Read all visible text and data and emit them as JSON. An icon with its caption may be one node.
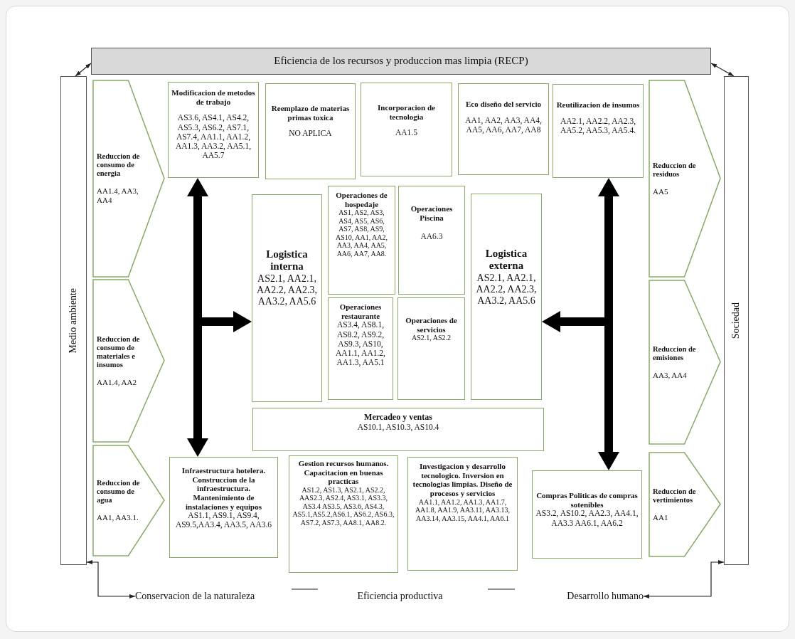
{
  "diagram": {
    "nodes": [
      {
        "text": [
          "Eficiencia de los recursos y produccion mas limpia (RECP)"
        ]
      },
      {
        "text": [
          "Medio ambiente"
        ]
      },
      {
        "text": [
          "Reduccion de consumo de energia",
          "AA1.4, AA3, AA4"
        ]
      },
      {
        "text": [
          "Modificacion de metodos de trabajo",
          "AS3.6, AS4.1, AS4.2, AS5.3, AS6.2, AS7.1, AS7.4, AA1.1, AA1.2, AA1.3, AA3.2, AA5.1, AA5.7"
        ]
      },
      {
        "text": [
          "Reemplazo de materias primas toxica",
          "NO APLICA"
        ]
      },
      {
        "text": [
          "Incorporacion de tecnologia",
          "AA1.5"
        ]
      },
      {
        "text": [
          "Eco diseño del servicio",
          "AA1, AA2, AA3, AA4, AA5, AA6, AA7, AA8"
        ]
      },
      {
        "text": [
          "Reutilizacion de insumos",
          "AA2.1, AA2.2, AA2.3, AA5.2, AA5.3, AA5.4."
        ]
      },
      {
        "text": [
          "Reduccion de residuos",
          "AA5"
        ]
      },
      {
        "text": [
          "Sociedad"
        ]
      },
      {
        "text": [
          "Logistica interna",
          "AS2.1, AA2.1, AA2.2, AA2.3, AA3.2, AA5.6"
        ]
      },
      {
        "text": [
          "Operaciones de hospedaje",
          "AS1, AS2, AS3, AS4, AS5, AS6, AS7, AS8, AS9, AS10, AA1, AA2, AA3, AA4, AA5, AA6, AA7, AA8."
        ]
      },
      {
        "text": [
          "Operaciones Piscina",
          "AA6.3"
        ]
      },
      {
        "text": [
          "Logistica externa",
          "AS2.1, AA2.1, AA2.2, AA2.3, AA3.2, AA5.6"
        ]
      },
      {
        "text": [
          "Reduccion de consumo de materiales e insumos",
          "AA1.4, AA2"
        ]
      },
      {
        "text": [
          "Operaciones restaurante",
          "AS3.4, AS8.1, AS8.2, AS9.2, AS9.3, AS10, AA1.1, AA1.2, AA1.3, AA5.1"
        ]
      },
      {
        "text": [
          "Operaciones de servicios",
          "AS2.1, AS2.2"
        ]
      },
      {
        "text": [
          "Reduccion de emisiones",
          "AA3, AA4"
        ]
      },
      {
        "text": [
          "Mercadeo y ventas",
          "AS10.1, AS10.3, AS10.4"
        ]
      },
      {
        "text": [
          "Reduccion de consumo de agua",
          "AA1, AA3.1."
        ]
      },
      {
        "text": [
          "Infraestructura hotelera. Construccion de la infraestructura. Mantenimiento de instalaciones y equipos",
          "AS1.1, AS9.1, AS9.4, AS9.5,AA3.4, AA3.5, AA3.6"
        ]
      },
      {
        "text": [
          "Gestion recursos humanos. Capacitacion en buenas practicas",
          "AS1.2, AS1.3, AS2.1, AS2.2, AAS2.3, AS2.4, AS3.1, AS3.3, AS3.4 AS3.5, AS3.6, AS4.3, AS5.1,AS5.2,AS6.1, AS6.2, AS6.3, AS7.2, AS7.3, AA8.1, AA8.2."
        ]
      },
      {
        "text": [
          "Investigacion y desarrollo tecnologico. Inversion en tecnologias limpias. Diseño de procesos y servicios",
          "AA1.1, AA1.2, AA1.3, AA1.7, AA1.8, AA1.9, AA3.11, AA3.13, AA3.14, AA3.15, AA4.1, AA6.1"
        ]
      },
      {
        "text": [
          "Compras Politicas de compras sotenibles",
          "AS3.2, AS10.2, AA2.3, AA4.1, AA3.3 AA6.1, AA6.2"
        ]
      },
      {
        "text": [
          "Reduccion de vertimientos",
          "AA1"
        ]
      },
      {
        "text": [
          "Conservacion de la naturaleza"
        ]
      },
      {
        "text": [
          "Eficiencia productiva"
        ]
      },
      {
        "text": [
          "Desarrollo humano"
        ]
      }
    ],
    "edges": [
      {
        "from": 3,
        "to": 20,
        "arrow": "both",
        "style": "thick"
      },
      {
        "from": null,
        "to": 10,
        "arrow": "to",
        "style": "thick"
      },
      {
        "from": 7,
        "to": 23,
        "arrow": "both",
        "style": "thick"
      },
      {
        "from": null,
        "to": 13,
        "arrow": "to",
        "style": "thick"
      },
      {
        "from": 1,
        "to": 0,
        "arrow": "both"
      },
      {
        "from": 0,
        "to": 9,
        "arrow": "both"
      },
      {
        "from": 1,
        "to": 25,
        "arrow": "both"
      },
      {
        "from": 9,
        "to": 27,
        "arrow": "both"
      }
    ]
  }
}
